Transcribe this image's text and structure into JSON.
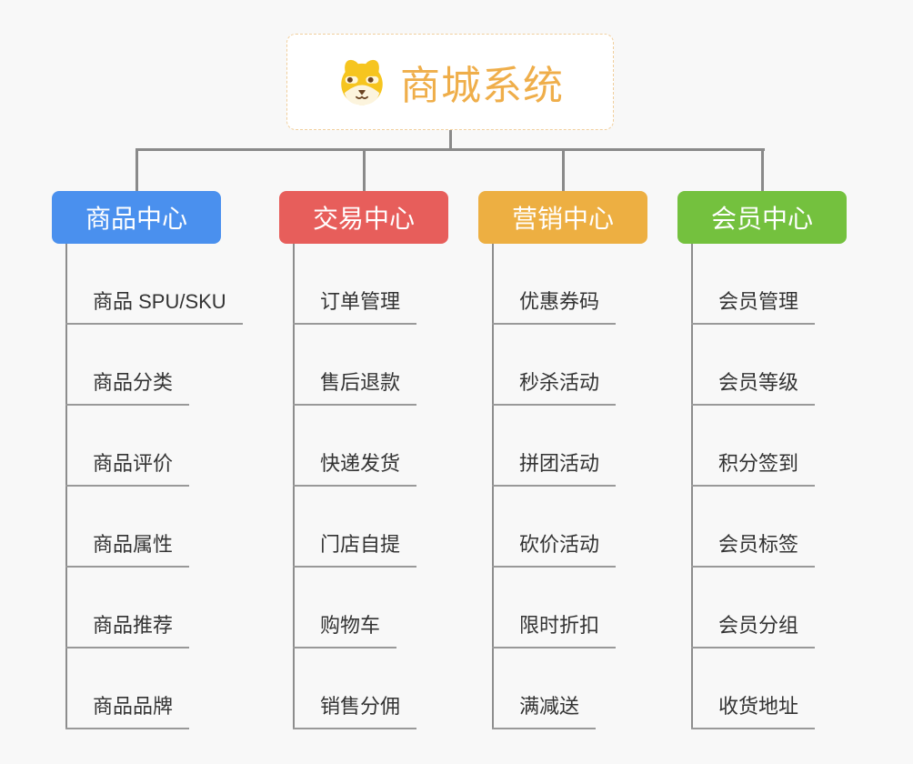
{
  "root": {
    "title": "商城系统",
    "icon": "dog-face-icon",
    "title_color": "#efae4a",
    "box_border_color": "#f1cf9d"
  },
  "colors": {
    "background": "#f8f8f8",
    "connector_line": "#8a8a8a",
    "item_underline": "#999999",
    "item_text": "#333333"
  },
  "branches": [
    {
      "label": "商品中心",
      "color": "#4a90ee",
      "items": [
        "商品 SPU/SKU",
        "商品分类",
        "商品评价",
        "商品属性",
        "商品推荐",
        "商品品牌"
      ]
    },
    {
      "label": "交易中心",
      "color": "#e75e5b",
      "items": [
        "订单管理",
        "售后退款",
        "快递发货",
        "门店自提",
        "购物车",
        "销售分佣"
      ]
    },
    {
      "label": "营销中心",
      "color": "#edaf42",
      "items": [
        "优惠券码",
        "秒杀活动",
        "拼团活动",
        "砍价活动",
        "限时折扣",
        "满减送"
      ]
    },
    {
      "label": "会员中心",
      "color": "#74c13e",
      "items": [
        "会员管理",
        "会员等级",
        "积分签到",
        "会员标签",
        "会员分组",
        "收货地址"
      ]
    }
  ]
}
